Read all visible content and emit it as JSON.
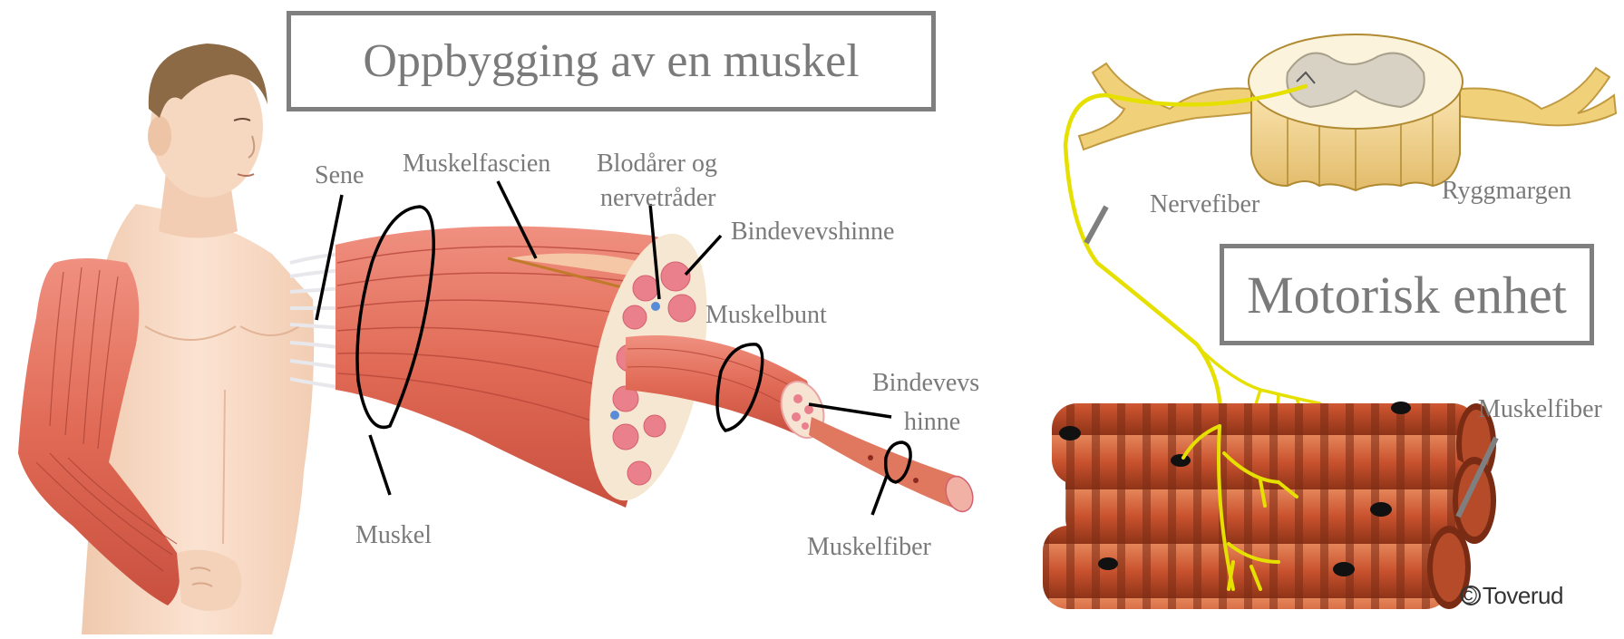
{
  "left_panel": {
    "title": "Oppbygging av en muskel",
    "labels": {
      "sene": "Sene",
      "muskelfascien": "Muskelfascien",
      "blodarer_line1": "Blodårer og",
      "blodarer_line2": "nervetråder",
      "bindevevshinne": "Bindevevshinne",
      "muskelbunt": "Muskelbunt",
      "bindevevs_line1": "Bindevevs",
      "bindevevs_line2": "hinne",
      "muskel": "Muskel",
      "muskelfiber": "Muskelfiber"
    }
  },
  "right_panel": {
    "title": "Motorisk enhet",
    "labels": {
      "nervefiber": "Nervefiber",
      "ryggmargen": "Ryggmargen",
      "muskelfiber": "Muskelfiber"
    },
    "credit": "© Toverud"
  },
  "colors": {
    "label_text": "#7a7a7a",
    "box_border": "#7f7f7f",
    "skin": "#f7d9c4",
    "muscle": "#e06a55",
    "muscle_dark": "#b8473a",
    "nerve_yellow": "#e6e000",
    "spinal_cord": "#f3d79a"
  }
}
